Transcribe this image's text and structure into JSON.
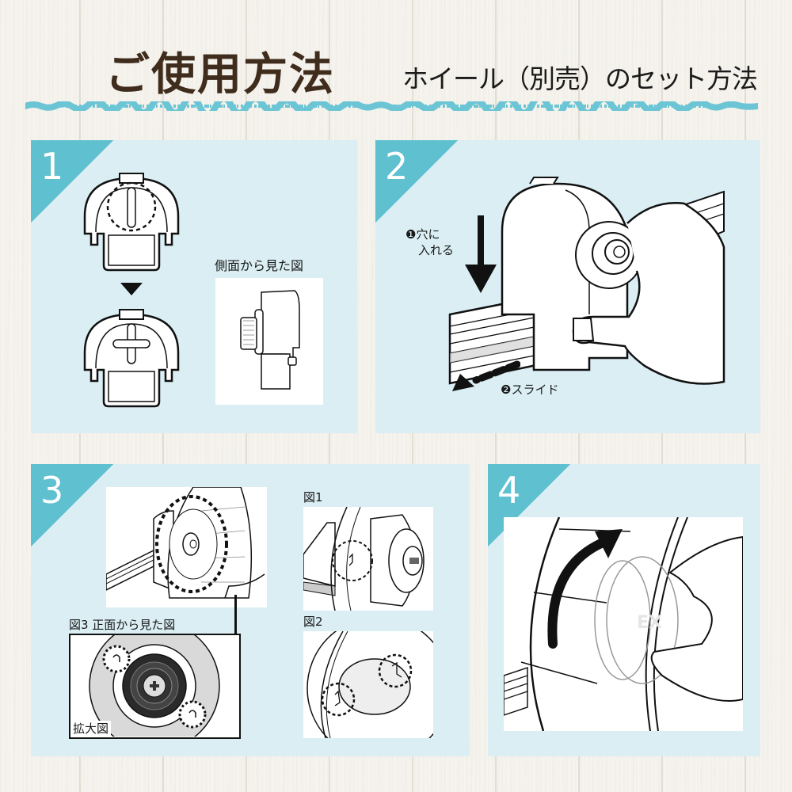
{
  "header": {
    "title": "ご使用方法",
    "subtitle": "ホイール（別売）のセット方法"
  },
  "colors": {
    "accent_teal": "#5fc0d0",
    "panel_bg": "#daeef4",
    "title_brown": "#3f2c1c",
    "background": "#f6f4ef"
  },
  "steps": [
    {
      "number": "1",
      "labels": {
        "side_view": "側面から見た図"
      },
      "icons": [
        "down-triangle-arrow-icon"
      ]
    },
    {
      "number": "2",
      "labels": {
        "insert_line1": "❶穴に",
        "insert_line2": "入れる",
        "slide": "❷スライド"
      },
      "icons": [
        "down-arrow-icon",
        "dashed-left-arrow-icon"
      ]
    },
    {
      "number": "3",
      "labels": {
        "fig1": "図1",
        "fig2": "図2",
        "fig3": "図3 正面から見た図",
        "enlarged": "拡大図"
      }
    },
    {
      "number": "4",
      "labels": {
        "brand_faint": "EX"
      },
      "icons": [
        "curved-rotate-arrow-icon"
      ]
    }
  ]
}
